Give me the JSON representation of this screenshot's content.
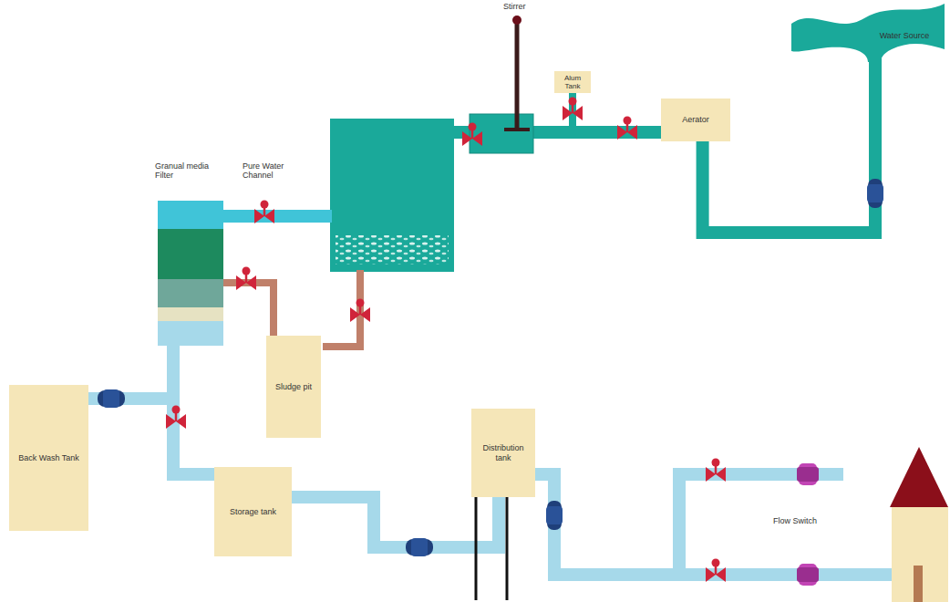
{
  "diagram": {
    "nodes": [
      {
        "text": [
          "Water Source"
        ]
      },
      {
        "text": [
          "Alum Tank"
        ]
      },
      {
        "text": [
          "Aerator"
        ]
      },
      {
        "text": [
          "Sludge pit"
        ]
      },
      {
        "text": [
          "Back Wash Tank"
        ]
      },
      {
        "text": [
          "Distribution tank"
        ]
      },
      {
        "text": [
          "Storage tank"
        ]
      }
    ],
    "edges": [
      {
        "from": 0,
        "to": 2,
        "arrow": "none"
      },
      {
        "from": 6,
        "to": 5,
        "arrow": "none"
      }
    ],
    "labels": [
      "Stirrer",
      "Granual media Filter",
      "Pure Water Channel",
      "Flow Switch"
    ]
  }
}
